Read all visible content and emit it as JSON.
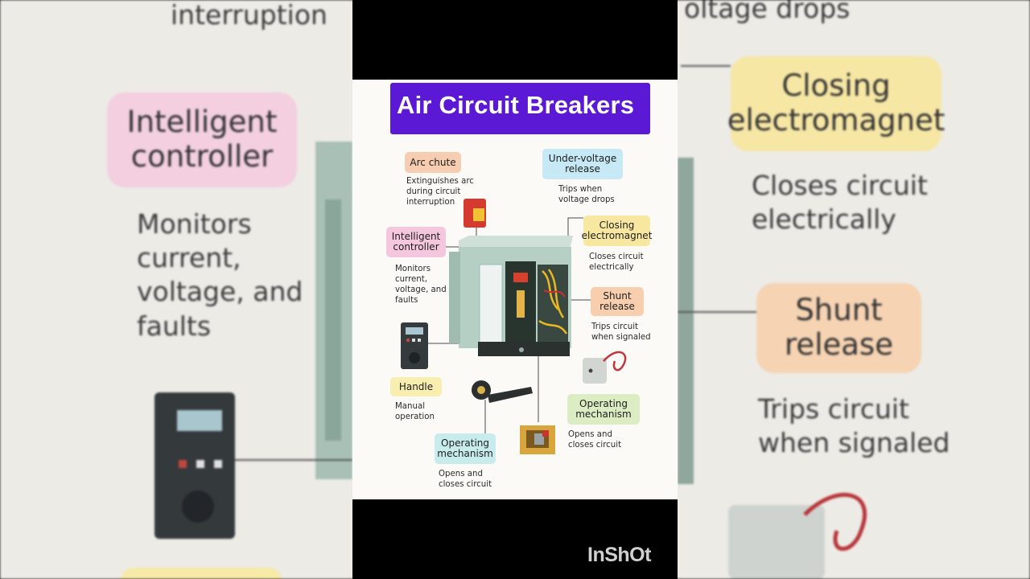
{
  "title": "Air Circuit Breakers",
  "components": [
    {
      "id": "arc-chute",
      "label": "Arc chute",
      "description": "Extinguishes arc during circuit interruption",
      "color": "#f7cdb2"
    },
    {
      "id": "under-voltage",
      "label": "Under-voltage release",
      "description": "Trips when voltage drops",
      "color": "#c7e8f5"
    },
    {
      "id": "intelligent-controller",
      "label": "Intelligent controller",
      "description": "Monitors current, voltage, and faults",
      "color": "#f5c7df"
    },
    {
      "id": "closing-electromagnet",
      "label": "Closing electromagnet",
      "description": "Closes circuit electrically",
      "color": "#f8e7a0"
    },
    {
      "id": "shunt-release",
      "label": "Shunt release",
      "description": "Trips circuit when signaled",
      "color": "#f8cfae"
    },
    {
      "id": "handle",
      "label": "Handle",
      "description": "Manual operation",
      "color": "#f8eeb0"
    },
    {
      "id": "operating-mechanism-right",
      "label": "Operating mechanism",
      "description": "Opens and closes circuit",
      "color": "#dcecc3"
    },
    {
      "id": "operating-mechanism-bottom",
      "label": "Operating mechanism",
      "description": "Opens and closes circuit",
      "color": "#c8ecec"
    }
  ],
  "background": {
    "top_left": "interruption",
    "top_right": "oltage drops",
    "left_label": "Intelligent controller",
    "left_desc": "Monitors current, voltage, and faults",
    "right_label_1": "Closing electromagnet",
    "right_desc_1": "Closes circuit electrically",
    "right_label_2": "Shunt release",
    "right_desc_2": "Trips circuit when signaled"
  },
  "watermark": "InShOt"
}
